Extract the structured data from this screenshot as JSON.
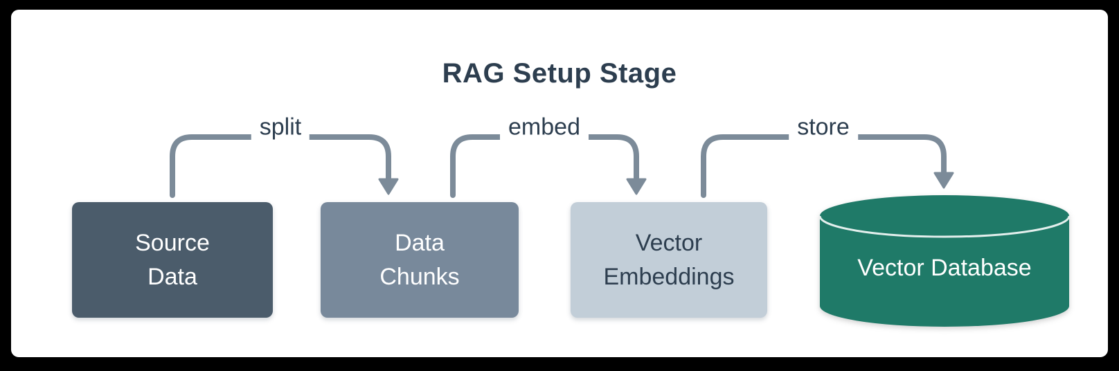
{
  "title": "RAG Setup Stage",
  "nodes": [
    {
      "id": "source-data",
      "shape": "box",
      "lines": [
        "Source",
        "Data"
      ]
    },
    {
      "id": "data-chunks",
      "shape": "box",
      "lines": [
        "Data",
        "Chunks"
      ]
    },
    {
      "id": "vector-embeddings",
      "shape": "box",
      "lines": [
        "Vector",
        "Embeddings"
      ]
    },
    {
      "id": "vector-database",
      "shape": "cylinder",
      "lines": [
        "Vector Database"
      ]
    }
  ],
  "edges": [
    {
      "label": "split",
      "from": "source-data",
      "to": "data-chunks"
    },
    {
      "label": "embed",
      "from": "data-chunks",
      "to": "vector-embeddings"
    },
    {
      "label": "store",
      "from": "vector-embeddings",
      "to": "vector-database"
    }
  ],
  "colors": {
    "bg": "#000000",
    "card": "#ffffff",
    "ink": "#2d3e4f",
    "arrow": "#7c8b99",
    "box1": "#4b5c6b",
    "box2": "#78899b",
    "box3": "#c2ced8",
    "cyl": "#1f7a68",
    "light": "#ffffff"
  }
}
